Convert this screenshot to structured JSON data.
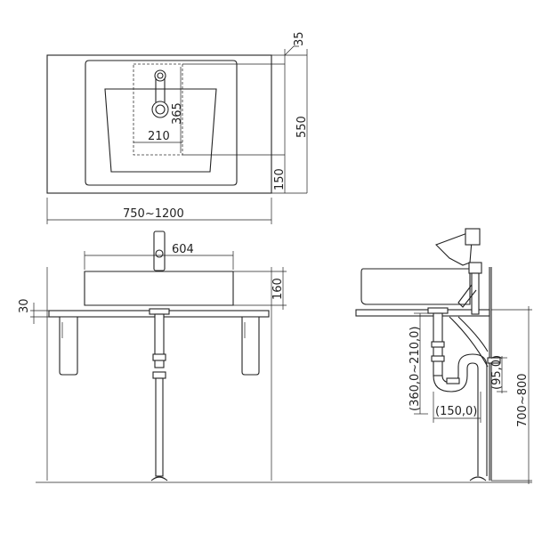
{
  "dimensions": {
    "top_offset": "35",
    "faucet_spacing": "365",
    "depth": "550",
    "bottom_offset": "150",
    "bowl_inner": "210",
    "width_range": "750~1200",
    "bowl_width": "604",
    "bowl_height": "160",
    "counter_thickness": "30",
    "drain_offset_range": "(360,0~210,0)",
    "trap_width": "(150,0)",
    "trap_offset": "(95,0)",
    "install_height": "700~800"
  }
}
